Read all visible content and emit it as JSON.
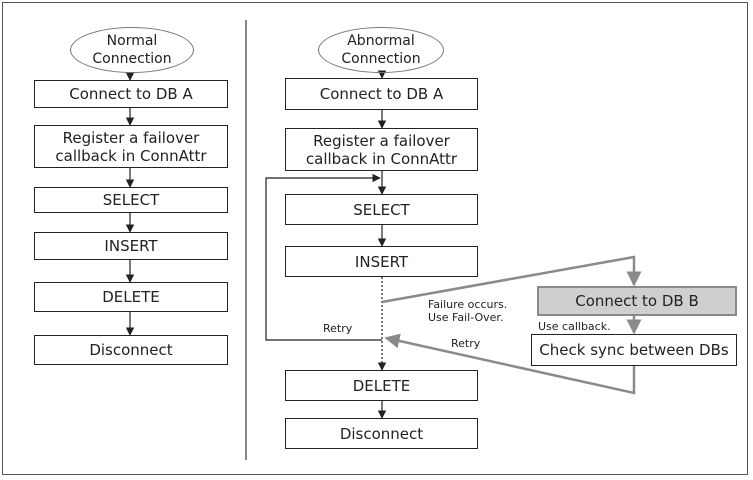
{
  "normal": {
    "title": "Normal\nConnection",
    "steps": [
      "Connect to DB A",
      "Register a failover\ncallback in ConnAttr",
      "SELECT",
      "INSERT",
      "DELETE",
      "Disconnect"
    ]
  },
  "abnormal": {
    "title": "Abnormal\nConnection",
    "steps": [
      "Connect to DB A",
      "Register a failover\ncallback in ConnAttr",
      "SELECT",
      "INSERT",
      "DELETE",
      "Disconnect"
    ],
    "connect_b": "Connect to DB B",
    "check_sync": "Check sync between DBs",
    "failure_note": "Failure occurs.\nUse Fail-Over.",
    "callback_note": "Use callback.",
    "retry_left": "Retry",
    "retry_right": "Retry"
  }
}
